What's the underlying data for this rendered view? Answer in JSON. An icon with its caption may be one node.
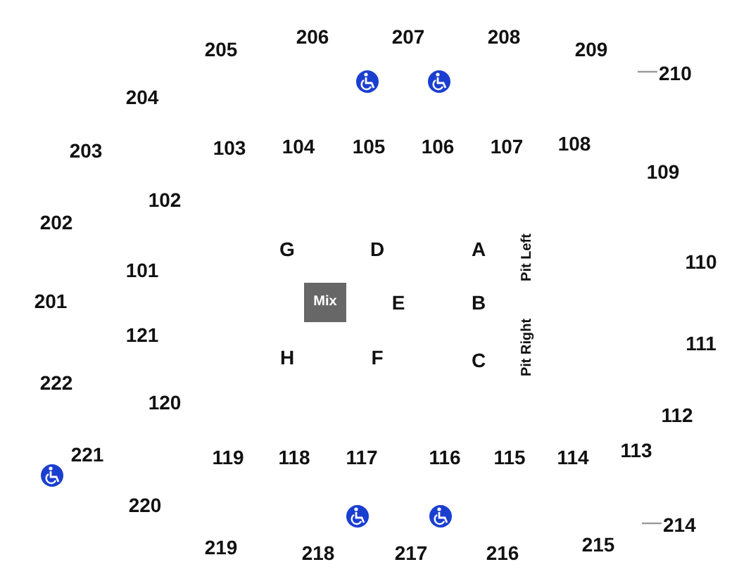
{
  "diagram": {
    "nodes": [
      {
        "text": [
          "Mix"
        ]
      },
      {
        "text": [
          "210"
        ]
      },
      {
        "text": [
          "214"
        ]
      }
    ],
    "edges": [
      {
        "from": 1,
        "to": null,
        "arrow": "none"
      },
      {
        "from": 2,
        "to": null,
        "arrow": "none"
      }
    ],
    "labels": [
      "205",
      "206",
      "207",
      "208",
      "209",
      "204",
      "203",
      "103",
      "104",
      "105",
      "106",
      "107",
      "108",
      "109",
      "102",
      "202",
      "G",
      "D",
      "A",
      "Pit Left",
      "110",
      "101",
      "201",
      "E",
      "B",
      "121",
      "111",
      "H",
      "F",
      "C",
      "Pit Right",
      "222",
      "120",
      "112",
      "221",
      "113",
      "119",
      "118",
      "117",
      "116",
      "115",
      "114",
      "220",
      "219",
      "218",
      "217",
      "216",
      "215"
    ]
  }
}
